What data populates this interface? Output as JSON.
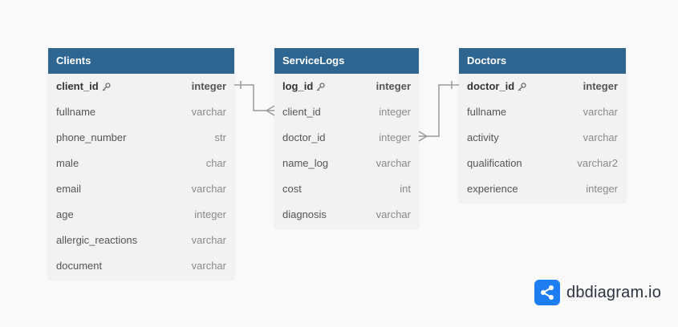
{
  "tables": {
    "clients": {
      "title": "Clients",
      "columns": [
        {
          "name": "client_id",
          "type": "integer",
          "pk": true
        },
        {
          "name": "fullname",
          "type": "varchar"
        },
        {
          "name": "phone_number",
          "type": "str"
        },
        {
          "name": "male",
          "type": "char"
        },
        {
          "name": "email",
          "type": "varchar"
        },
        {
          "name": "age",
          "type": "integer"
        },
        {
          "name": "allergic_reactions",
          "type": "varchar"
        },
        {
          "name": "document",
          "type": "varchar"
        }
      ]
    },
    "servicelogs": {
      "title": "ServiceLogs",
      "columns": [
        {
          "name": "log_id",
          "type": "integer",
          "pk": true
        },
        {
          "name": "client_id",
          "type": "integer"
        },
        {
          "name": "doctor_id",
          "type": "integer"
        },
        {
          "name": "name_log",
          "type": "varchar"
        },
        {
          "name": "cost",
          "type": "int"
        },
        {
          "name": "diagnosis",
          "type": "varchar"
        }
      ]
    },
    "doctors": {
      "title": "Doctors",
      "columns": [
        {
          "name": "doctor_id",
          "type": "integer",
          "pk": true
        },
        {
          "name": "fullname",
          "type": "varchar"
        },
        {
          "name": "activity",
          "type": "varchar"
        },
        {
          "name": "qualification",
          "type": "varchar2"
        },
        {
          "name": "experience",
          "type": "integer"
        }
      ]
    }
  },
  "relationships": [
    {
      "from": "Clients.client_id",
      "to": "ServiceLogs.client_id",
      "from_card": "one",
      "to_card": "many"
    },
    {
      "from": "Doctors.doctor_id",
      "to": "ServiceLogs.doctor_id",
      "from_card": "one",
      "to_card": "many"
    }
  ],
  "brand": {
    "name": "dbdiagram.io",
    "icon": "share-nodes-icon",
    "color": "#1c7ef0"
  },
  "colors": {
    "header": "#2f6591",
    "connector": "#9a9a9a"
  }
}
